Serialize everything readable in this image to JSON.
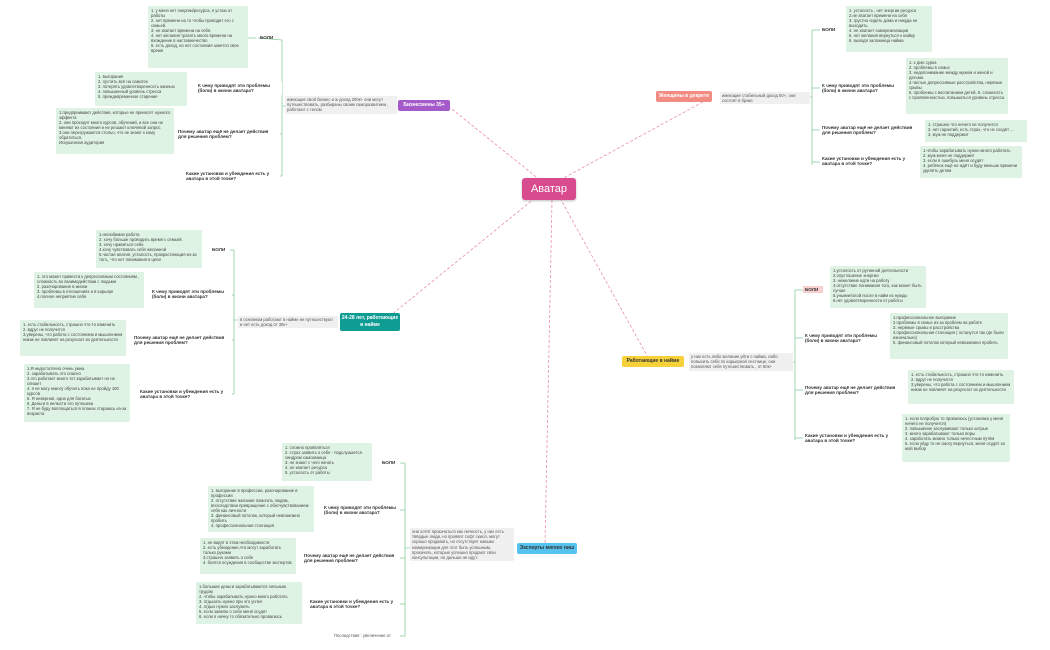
{
  "root": {
    "label": "Аватар"
  },
  "branches": {
    "biz": {
      "title": "Бизнесмены 35+",
      "color": "#a45bc9",
      "desc": "имеющие свой бизнес и ж доход 200к+ они могут путешествовать, разбираны своим саморазвитием , работают с телом",
      "pain_label": "БОЛИ",
      "pain_text": "1. у меня нет энергии/ресурса, я устаю от работы\n2. нет времени на то чтобы проводит его с семьей.\n3.  не хватает времени на себя.\n4.  нет желания тратить много времени на вхождение в наставничество\n5.  есть доход, но нет состояния занятся свое время",
      "q1": "К чему приводят эти проблемы (боли) в жизни аватара?",
      "a1": "1. выгорание\n2. пустить всё на самотек\n3. потерять удовлетворенность жизнью\n4. повышенный уровень стресса\n5. преждевременное старение",
      "q2": "Почему аватар ещё не делает действия для решения проблем?",
      "a2": "1.предприимают действия, которые не приносят нужного эффекта\n2. они проходят много курсов, обучений, и все они не меняют их состояния и не решают ключевой запрос\n3.они перегружаются стольо, что не знают к кому обратиться.\nИскушенная аудитория",
      "q3": "Какие установки и убеждения есть у аватара в этой точке?"
    },
    "women": {
      "title": "Женщины в декрете",
      "color": "#f28b82",
      "desc": "имеющие стабильный доход 50+, они состоят в браке",
      "pain_label": "БОЛИ",
      "pain_text": "1. усталость , нет энергии ресурса\n2.не хватает времени на себя\n3. грустно сидеть дома и никуда не выходить.\n4. не хватает самореализации\n5. нет желания вернуться к найму\n6. выходя заложница найма",
      "q1": "К чему приводят эти проблемы (боли) в жизни аватара?",
      "a1": "1. к дню сурка\n2. проблемы в семье\n3. недопонимание между мужем и женой и детьми.\n4.частые депрессивные расстройства, нервные срывы\n5. проблемы с воспитанием детей, 6. сложность с проявленностью, повышаться уровень стресса",
      "q2": "Почему аватар ещё не делает действия для решения проблем?",
      "a2": "1. страшно что ничего не получится\n2. нет гарантий, есть страх, что не сходят ...\n3. муж не поддержит",
      "q3": "Какие установки и убеждения есть у аватара в этой точке?",
      "a3": "1.чтобы зарабатывать нужно много работать\n2. муж меня не поддержит\n3. если я ошибусь меня осудят\n4. ребёнок ещё не ждёт и буду меньше времени уделять детям"
    },
    "young": {
      "title": "24-28 лет, работающие в найме",
      "color": "#0f9d93",
      "desc": "в основном работают в найме не путешествуют и нет есть доход от 30к+",
      "pain_label": "БОЛИ",
      "pain_text": "1.нелюбимая работа\n2. хочу больше проводить время с семьей.\n3. хочу нравиться себе\n4.хочу чувствовать себя желанной\n5.частая апатия, усталость, прокрастинация из-за того,, что нет понимания в цели",
      "q1": "К чему приводят эти проблемы (боли) в жизни аватара?",
      "a1": "1. это может привести к депрессивным состояниям , сложность во взаимодействии с людьми\n2. разочарование в жизни\n3. проблемы  в отношениях и в карьере\n4.полное неприятие себя",
      "q2": "Почему аватар ещё не делает действия для решения проблем?",
      "a2": "1. есть стабильность, страшно  что-то изменить\n2. вдруг не получится\n3.уверены, что работа с состоянием и мышлением никак не повлияет на результат их деятельности",
      "q3": "Какие установки и убеждения есть у аватара в этой точке?",
      "a3": "1.Я недостаточно очень умна\n2. зарабатывать это опасно\n3.это работает много тот зарабатывает но не спишет\n4. я не могу никогу обучить пока не пройду 100 курсов\n5. Я  неверная, одна для богатых\n6. Деньги в нелюсти это путешека\n7. Я не буду воплощаться в планах стараюсь из-за возраста"
    },
    "workers": {
      "title": "Работающие в найме",
      "color": "#f7d13a",
      "desc": "у них есть либо желание уйти с найма, либо повысить себя по карьерной лестнице, они позволяют себе путешествовать , от 80к+",
      "pain_label": "БОЛИ",
      "pain_text": "1.усталость от рутинной деятельности\n2.опустошение энергии\n3. нежелание идти на работу\n4.отсутствие понимания того, как может быть лучше\n5.уныние/злой после в найм из нужды\n6.нет удовлетворенности от работы",
      "q1": "К чему приводят эти проблемы (боли) в жизни аватара?",
      "a1": "1.профессиональное  выгорание\n2.проблемы в семье из-за проблем на работе\n3. нервные срывы и расстройства\n4.профессиональная стагнация  ( останутся так где были изначально)\n5. финансовый потолок который невозможно пробить",
      "q2": "Почему аватар ещё не делает действия для решения проблем?",
      "a2": "1. есть стабильность, страшно  что-то изменить\n2. вдруг не получится\n3.уверены, что работа с состоянием и мышлением никак не повлияет на результат их деятельности",
      "q3": "Какие установки и убеждения есть у аватара в этой точке?",
      "a3": "1. если попробую то провалюсь (установка у меня ничего не получится)\n2. повышение заслуживают только хитрые\n3. много зарабатывают только воры\n4. заработать можно только нечестным путём\n5. если уйду то не смогу вернуться, меня осудят за мой выбор"
    },
    "experts": {
      "title": "Эксперты мягких ниш",
      "color": "#56c2ee",
      "desc": "они хотят прокачаться как личность, у них есть твёрдые люди, но проявят софт скилл, могут хорошо продавать, но отсутствует навыки коммуникации для этот быть успешным, прокачать, которые успешно продают свои консультации, но дальше не идут.",
      "pain_label": "БОЛИ",
      "pain_text": "1. сложно проявляться\n2. страх заявить о себе - подслушается синдром самозванца\n3. не знают с чего начать\n4. не хватает ресурса\n5. усталость от работы",
      "q1": "К чему приводят эти проблемы (боли) в жизни аватара?",
      "a1": "1. выгорание в профессии, разочарование в профессии\n2. отсутствие желания помогать людям, впоследствии превращение с обесчувствованием себя как личности\n3. финансовый потолок, который невозможно пробить\n4. профессиональная стагнация",
      "q2": "Почему аватар ещё не делает действия для решения проблем?",
      "a2": "1. не видят в этом необходимости\n2. есть убеждение,что могут заработать только руками\n3.страшно заявить о себе\n4. боятся осуждения в сообществе экспертов",
      "q3": "Какие установки и убеждения есть у аватара в этой точке?",
      "a3": "1.большие деньги зарабатываются сильным трудом\n2. чтобы зарабатывать нужно много работать\n3. отдыхать нужно при это успел\n4. отдых нужно заслужить\n5. если заявлю о себе меня осудят\n6. если я начну то обязательно провалюсь",
      "footnote": "Последствия : увеличение от"
    }
  }
}
